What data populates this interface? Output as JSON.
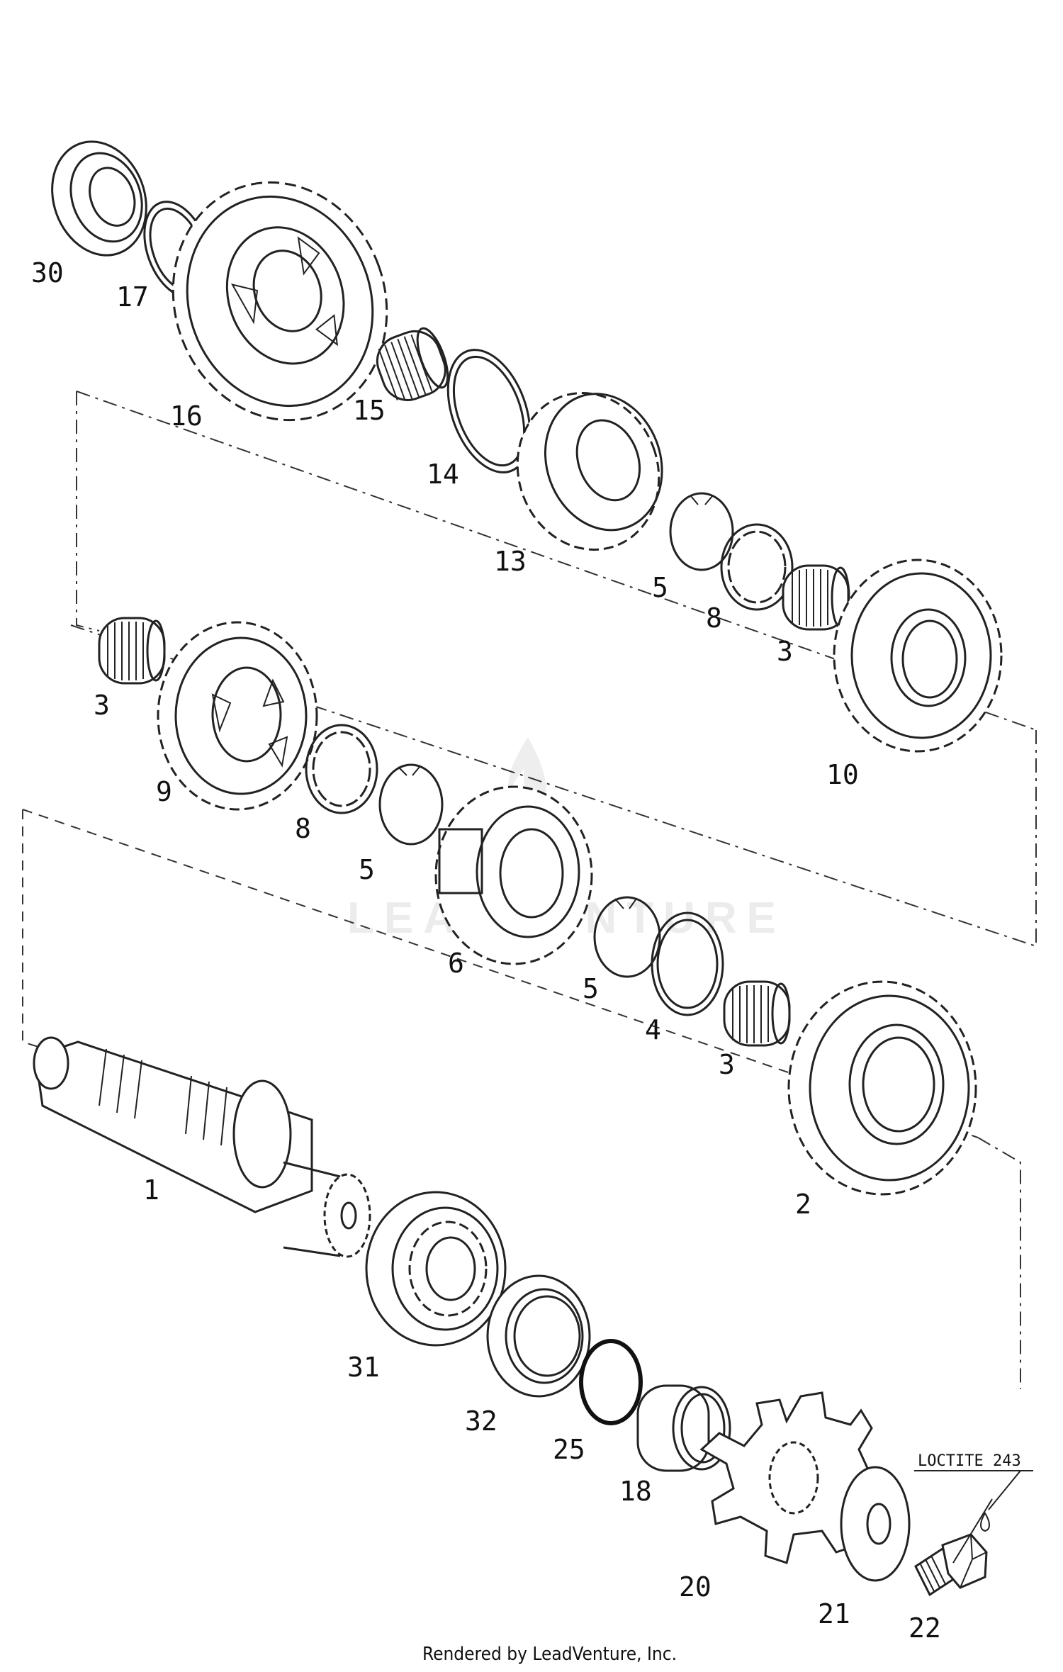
{
  "diagram": {
    "callouts": {
      "c30": "30",
      "c17": "17",
      "c16": "16",
      "c15": "15",
      "c14": "14",
      "c13": "13",
      "c5a": "5",
      "c8a": "8",
      "c3a": "3",
      "c10": "10",
      "c3b": "3",
      "c9": "9",
      "c8b": "8",
      "c5b": "5",
      "c6": "6",
      "c5c": "5",
      "c4": "4",
      "c3c": "3",
      "c2": "2",
      "c1": "1",
      "c31": "31",
      "c32": "32",
      "c25": "25",
      "c18": "18",
      "c20": "20",
      "c21": "21",
      "c22": "22"
    },
    "note": "LOCTITE 243",
    "watermark": "LEADVENTURE",
    "footer": "Rendered by LeadVenture, Inc."
  }
}
